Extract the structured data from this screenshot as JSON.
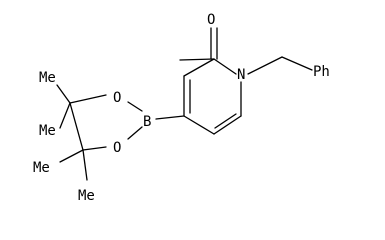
{
  "molecule": {
    "atoms": {
      "carbonyl_oxygen": "O",
      "ring_nitrogen": "N",
      "phenyl_group": "Ph",
      "boron": "B",
      "ring_oxygen_top": "O",
      "ring_oxygen_bottom": "O",
      "methyl_1": "Me",
      "methyl_2": "Me",
      "methyl_3": "Me",
      "methyl_4": "Me"
    }
  }
}
